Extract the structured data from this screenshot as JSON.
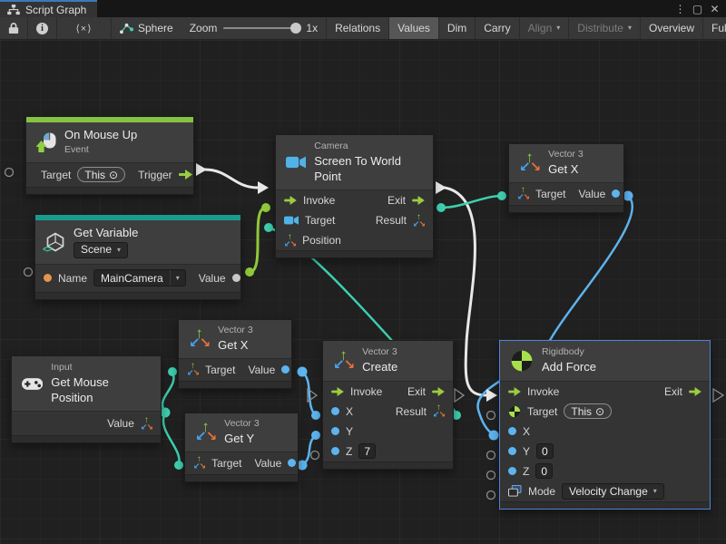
{
  "tabbar": {
    "title": "Script Graph"
  },
  "icons": {
    "kebab": "⋮",
    "maximize": "▢",
    "close": "✕",
    "code": "⟨×⟩",
    "info": "i",
    "dropdown": "▾",
    "target_dot": "⊙",
    "up": "↑",
    "down_left": "↙",
    "down_right": "↘"
  },
  "toolbar": {
    "graph_name": "Sphere",
    "zoom_label": "Zoom",
    "zoom_level": "1x",
    "buttons": {
      "relations": "Relations",
      "values": "Values",
      "dim": "Dim",
      "carry": "Carry",
      "align": "Align",
      "distribute": "Distribute",
      "overview": "Overview",
      "fullscreen": "Full Screen"
    }
  },
  "nodes": {
    "on_mouse_up": {
      "title": "On Mouse Up",
      "subtitle": "Event",
      "target_label": "Target",
      "target_value": "This",
      "trigger_label": "Trigger"
    },
    "get_variable": {
      "title": "Get Variable",
      "scope": "Scene",
      "name_label": "Name",
      "name_value": "MainCamera",
      "value_label": "Value"
    },
    "screen_to_world": {
      "type": "Camera",
      "title": "Screen To World Point",
      "invoke": "Invoke",
      "exit": "Exit",
      "target": "Target",
      "result": "Result",
      "position": "Position"
    },
    "get_x_top": {
      "type": "Vector 3",
      "title": "Get X",
      "target": "Target",
      "value": "Value"
    },
    "get_mouse_position": {
      "type": "Input",
      "title": "Get Mouse Position",
      "value": "Value"
    },
    "get_x_mid": {
      "type": "Vector 3",
      "title": "Get X",
      "target": "Target",
      "value": "Value"
    },
    "get_y": {
      "type": "Vector 3",
      "title": "Get Y",
      "target": "Target",
      "value": "Value"
    },
    "create": {
      "type": "Vector 3",
      "title": "Create",
      "invoke": "Invoke",
      "exit": "Exit",
      "x": "X",
      "result": "Result",
      "y": "Y",
      "z": "Z",
      "z_value": "7"
    },
    "add_force": {
      "type": "Rigidbody",
      "title": "Add Force",
      "invoke": "Invoke",
      "exit": "Exit",
      "target": "Target",
      "target_value": "This",
      "x": "X",
      "y": "Y",
      "y_value": "0",
      "z": "Z",
      "z_value": "0",
      "mode_label": "Mode",
      "mode_value": "Velocity Change"
    }
  },
  "colors": {
    "flow_green": "#9ccc3f",
    "teal": "#3ecfae",
    "blue": "#5db4ef",
    "orange": "#e5954b",
    "selection_blue": "#4e82d9",
    "event_bar": "#84c341",
    "variable_bar": "#1a9b8e",
    "white_wire": "#e8e8e8"
  }
}
